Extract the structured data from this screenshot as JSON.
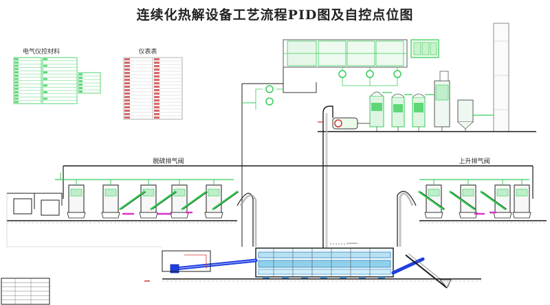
{
  "diagram": {
    "title": "连续化热解设备工艺流程PID图及自控点位图",
    "left_group_label": "脱硫排气阀",
    "right_group_label": "上升排气阀",
    "table1_title": "电气仪控材料",
    "table2_title": "仪表表"
  },
  "colors": {
    "main_line": "#1a1a1a",
    "equipment_green": "#33cc55",
    "light_green": "#bfeecb",
    "reactor_blue": "#3a86c8",
    "feed_blue": "#1f3ee0",
    "magenta": "#d633c8",
    "red": "#cc3333",
    "stack_gray": "#888888"
  }
}
